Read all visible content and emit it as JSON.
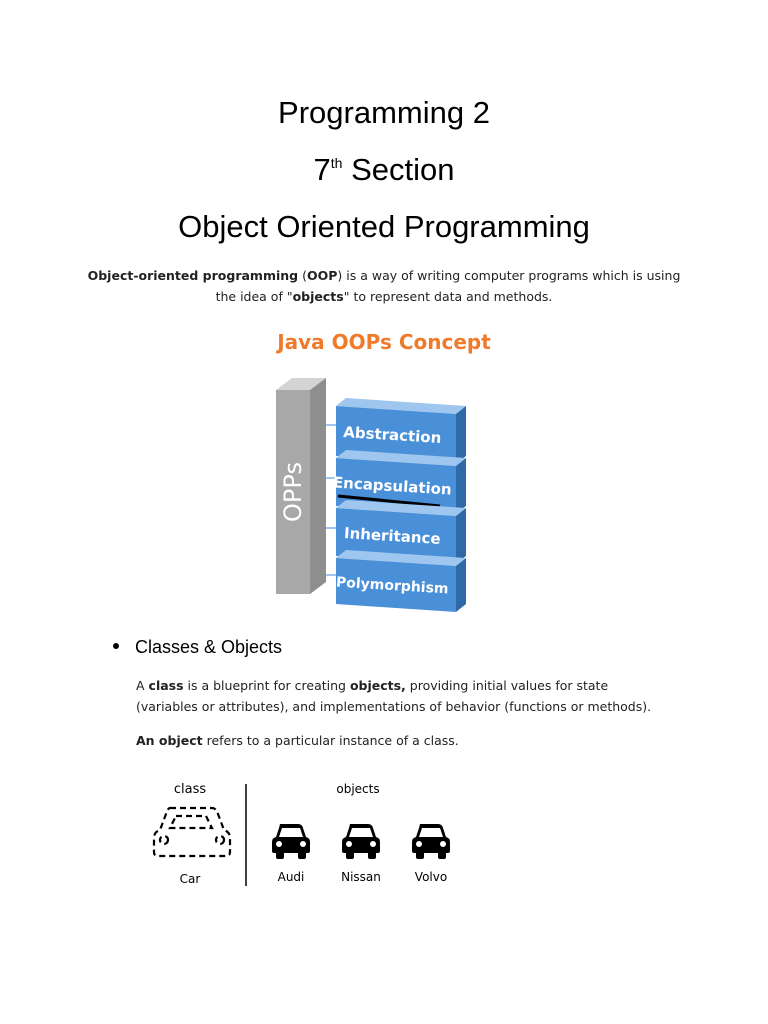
{
  "header": {
    "line1": "Programming 2",
    "line2_number": "7",
    "line2_super": "th",
    "line2_rest": " Section",
    "line3": "Object Oriented Programming"
  },
  "intro": {
    "term": "Object-oriented programming",
    "open_paren": " (",
    "abbr": "OOP",
    "text1": ") is a way of writing computer programs which is using the idea of ",
    "quote_open": "\"",
    "objects": "objects",
    "quote_close": "\"",
    "text2": " to represent data and methods."
  },
  "figure": {
    "title": "Java OOPs Concept",
    "pillar_label": "OPPs",
    "blocks": [
      "Abstraction",
      "Encapsulation",
      "Inheritance",
      "Polymorphism"
    ],
    "title_color": "#f07a2a",
    "block_color": "#4a90d9",
    "pillar_color": "#a8a8a8"
  },
  "section": {
    "bullet": "Classes & Objects",
    "p1_a": "A ",
    "p1_class": "class",
    "p1_b": " is a blueprint for creating ",
    "p1_objects": "objects,",
    "p1_c": " providing initial values for state (variables or attributes), and implementations of behavior (functions or methods).",
    "p2_bold": "An object",
    "p2_rest": " refers to a particular instance of a class."
  },
  "diagram": {
    "class_label": "class",
    "objects_label": "objects",
    "class_name": "Car",
    "object_names": [
      "Audi",
      "Nissan",
      "Volvo"
    ]
  }
}
